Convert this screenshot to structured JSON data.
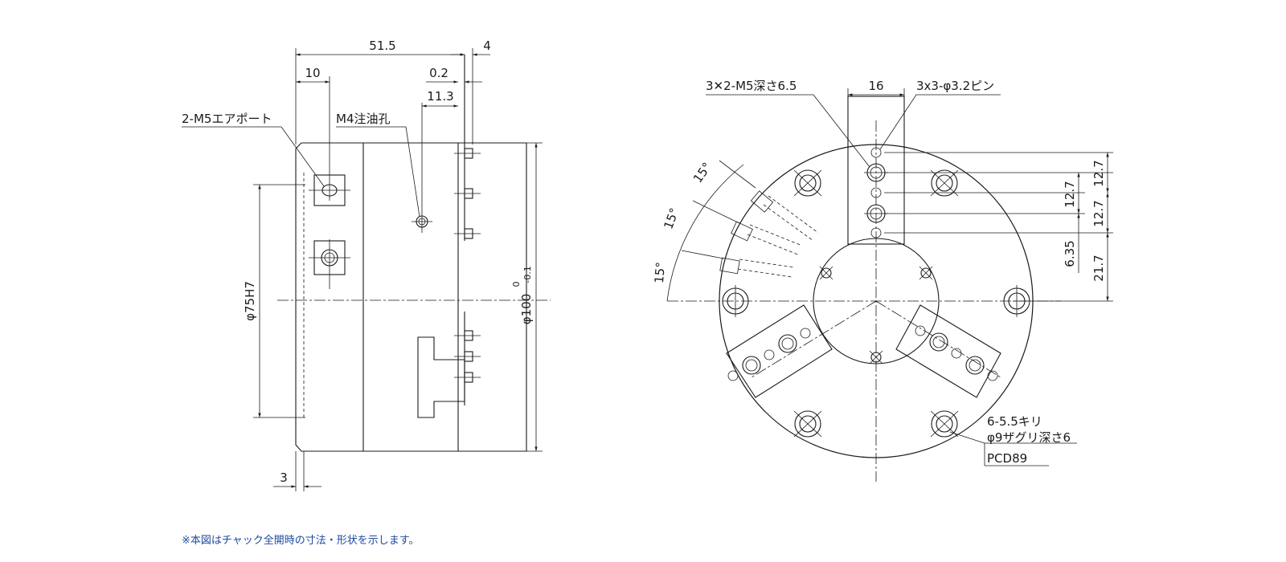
{
  "side_view": {
    "dim_overall_length": "51.5",
    "dim_10": "10",
    "dim_4": "4",
    "dim_0_2": "0.2",
    "dim_11_3": "11.3",
    "dim_3": "3",
    "label_air_port": "2-M5エアポート",
    "label_oil_hole": "M4注油孔",
    "dim_bore": "φ75H7",
    "dim_outer_dia": "φ100",
    "tol_upper": "0",
    "tol_lower": "-0.1"
  },
  "front_view": {
    "label_tapped": "3✕2-M5深さ6.5",
    "dim_16": "16",
    "label_pins": "3x3-φ3.2ピン",
    "angle_1": "15°",
    "angle_2": "15°",
    "angle_3": "15°",
    "dim_12_7_inner": "12.7",
    "dim_6_35": "6.35",
    "dim_12_7_top": "12.7",
    "dim_12_7_mid": "12.7",
    "dim_21_7": "21.7",
    "label_holes_line1": "6-5.5キリ",
    "label_holes_line2": "φ9ザグリ深さ6",
    "label_pcd": "PCD89"
  },
  "footnote": "※本図はチャック全開時の寸法・形状を示します。"
}
